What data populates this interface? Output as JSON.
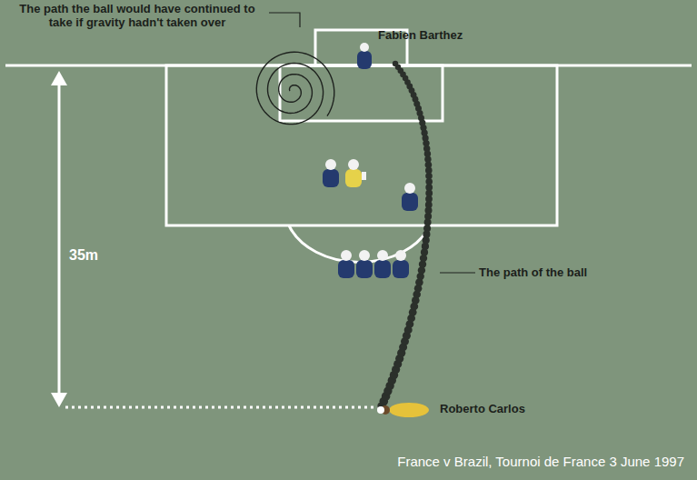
{
  "diagram": {
    "caption": "France v Brazil, Tournoi de France 3 June 1997",
    "labels": [
      "The path the ball would have continued to take if gravity hadn't taken over",
      "Fabien Barthez",
      "35m",
      "The path of the ball",
      "Roberto Carlos"
    ]
  }
}
